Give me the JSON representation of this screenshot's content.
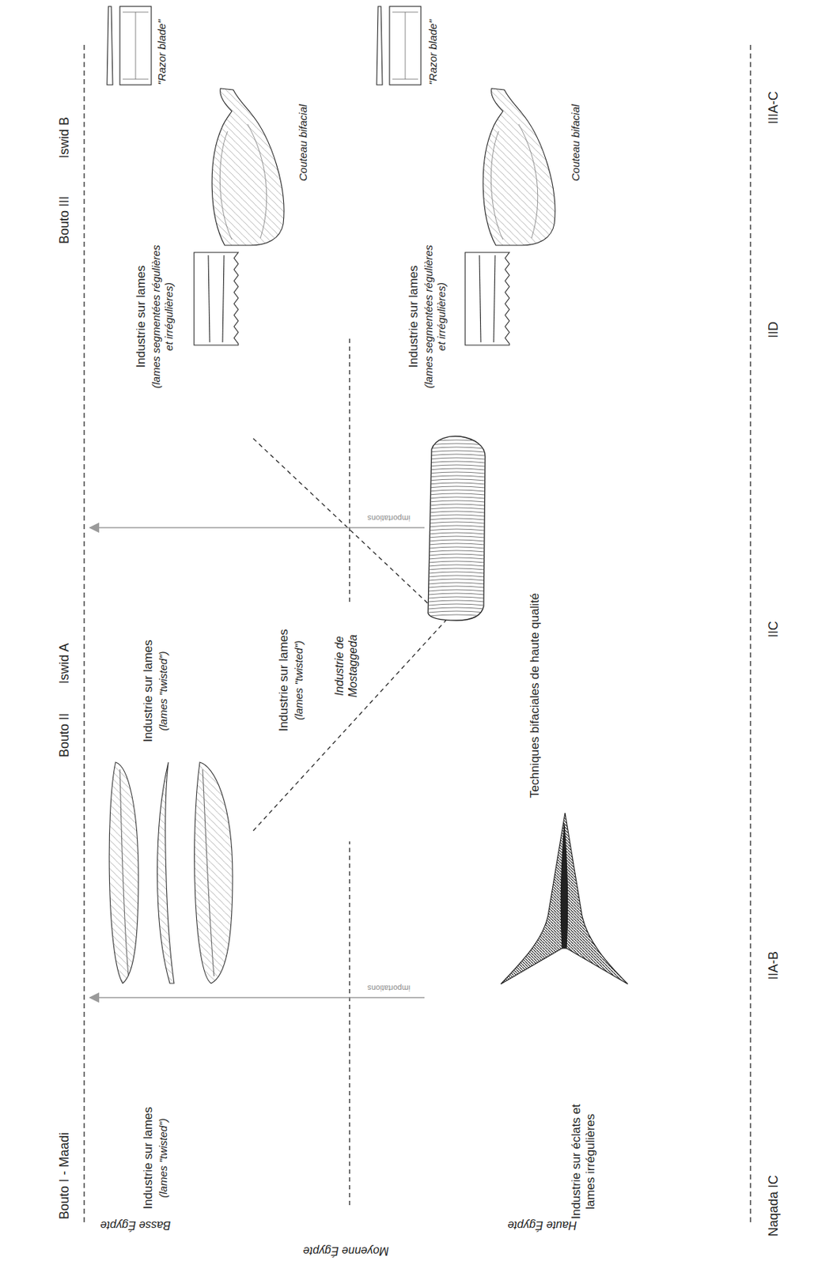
{
  "diagram": {
    "labels": [
      "Bouto I - Maadi",
      "Bouto II",
      "Iswid A",
      "Bouto III",
      "Iswid B",
      "Basse Égypte",
      "Moyenne Égypte",
      "Haute Égypte",
      "Industrie sur lames",
      "(lames \"twisted\")",
      "Industrie sur lames",
      "(lames \"twisted\")",
      "Industrie sur lames",
      "(lames \"twisted\")",
      "Industrie de Mostaggeda",
      "Industrie sur lames",
      "(lames segmentées régulières et irrégulières)",
      "Couteau bifacial",
      "\"Razor blade\"",
      "Industrie sur éclats et lames irrégulières",
      "importations",
      "Techniques bifaciales de haute qualité",
      "importations",
      "Industrie sur lames",
      "(lames segmentées régulières et irrégulières)",
      "Couteau bifacial",
      "\"Razor blade\"",
      "Naqada IC",
      "IIA-B",
      "IIC",
      "IID",
      "IIIA-C"
    ]
  }
}
